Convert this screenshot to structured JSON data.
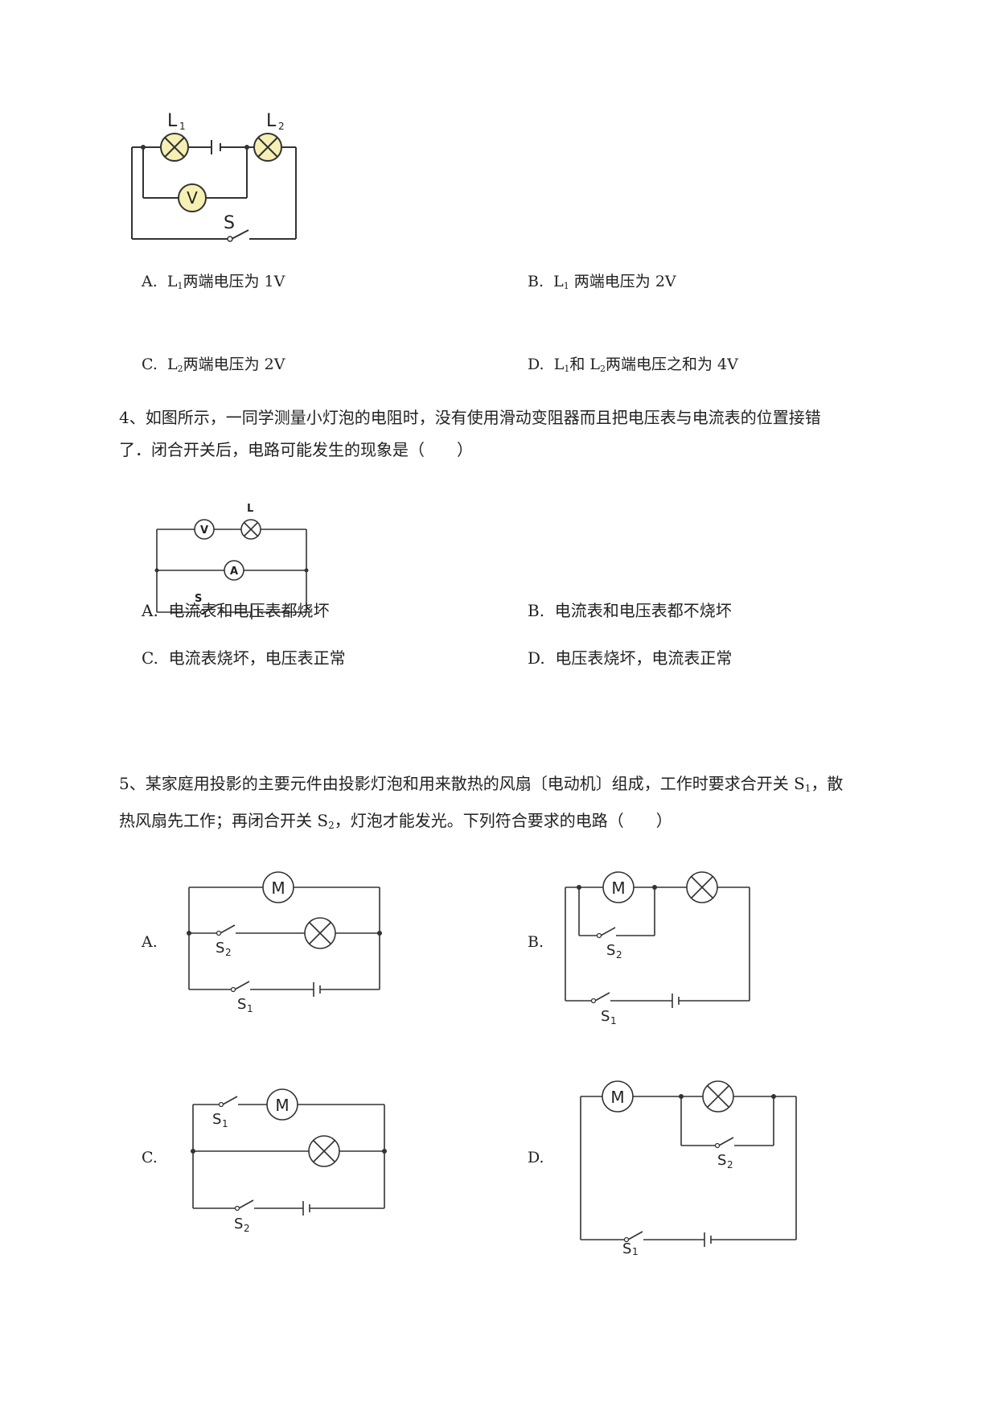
{
  "q3": {
    "circuit": {
      "L1": "L",
      "L1_sub": "1",
      "L2": "L",
      "L2_sub": "2",
      "V": "V",
      "S": "S"
    },
    "options": {
      "a_key": "A.",
      "a_pre": "L",
      "a_sub": "1",
      "a_post": "两端电压为 1V",
      "b_key": "B.",
      "b_pre": "L",
      "b_sub": "1",
      "b_post": " 两端电压为 2V",
      "c_key": "C.",
      "c_pre": "L",
      "c_sub": "2",
      "c_post": "两端电压为 2V",
      "d_key": "D.",
      "d_pre": "L",
      "d_sub": "1",
      "d_mid": "和 L",
      "d_sub2": "2",
      "d_post": "两端电压之和为 4V"
    }
  },
  "q4": {
    "stem_line1": "4、如图所示，一同学测量小灯泡的电阻时，没有使用滑动变阻器而且把电压表与电流表的位置接错",
    "stem_line2": "了．闭合开关后，电路可能发生的现象是（　　）",
    "circuit": {
      "V": "V",
      "L": "L",
      "A": "A",
      "S": "S"
    },
    "options": {
      "a_key": "A.",
      "a_text": "电流表和电压表都烧坏",
      "b_key": "B.",
      "b_text": "电流表和电压表都不烧坏",
      "c_key": "C.",
      "c_text": "电流表烧坏，电压表正常",
      "d_key": "D.",
      "d_text": "电压表烧坏，电流表正常"
    }
  },
  "q5": {
    "stem_line1_pre": "5、某家庭用投影的主要元件由投影灯泡和用来散热的风扇〔电动机〕组成，工作时要求合开关 S",
    "stem_line1_sub": "1",
    "stem_line1_post": "，散",
    "stem_line2_pre": "热风扇先工作；再闭合开关 S",
    "stem_line2_sub": "2",
    "stem_line2_post": "，灯泡才能发光。下列符合要求的电路（　　）",
    "option_keys": {
      "a": "A.",
      "b": "B.",
      "c": "C.",
      "d": "D."
    },
    "circuit": {
      "M": "M",
      "S1": "S",
      "S1_sub": "1",
      "S2": "S",
      "S2_sub": "2"
    }
  }
}
